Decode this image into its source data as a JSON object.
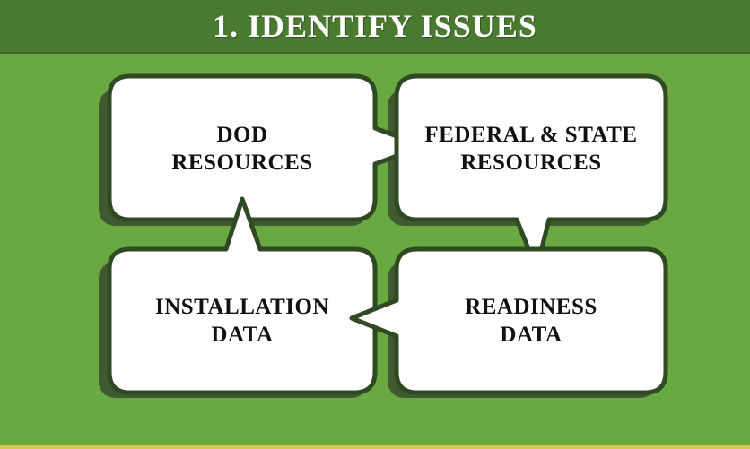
{
  "title": "1. IDENTIFY ISSUES",
  "colors": {
    "background": "#6aa842",
    "header": "#4a7a2f",
    "bubble_fill": "#ffffff",
    "bubble_border": "#2f4a22",
    "bubble_shadow": "#3f5a30"
  },
  "bubbles": [
    {
      "line1": "DOD",
      "line2": "RESOURCES"
    },
    {
      "line1": "FEDERAL & STATE",
      "line2": "RESOURCES"
    },
    {
      "line1": "INSTALLATION",
      "line2": "DATA"
    },
    {
      "line1": "READINESS",
      "line2": "DATA"
    }
  ]
}
